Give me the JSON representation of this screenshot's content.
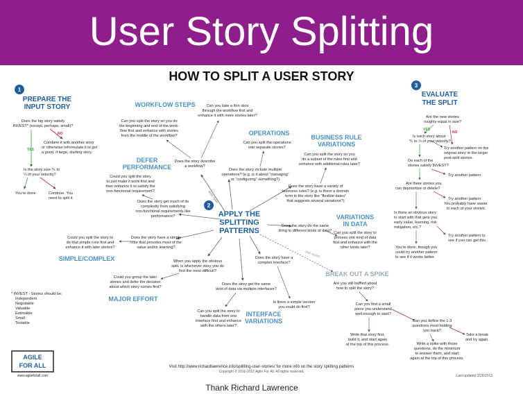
{
  "banner": {
    "title": "User Story Splitting",
    "color": "#8e1f8a"
  },
  "main_title": "HOW TO SPLIT A USER STORY",
  "steps": [
    {
      "number": "1",
      "title_l1": "PREPARE THE",
      "title_l2": "INPUT STORY"
    },
    {
      "number": "2",
      "title_l1": "APPLY THE",
      "title_l2": "SPLITTING",
      "title_l3": "PATTERNS"
    },
    {
      "number": "3",
      "title_l1": "EVALUATE",
      "title_l2": "THE SPLIT"
    }
  ],
  "prepare": {
    "q1": [
      "Does the big story satisfy",
      "INVEST* (except, perhaps, small)?"
    ],
    "no": "NO",
    "yes": "YES",
    "combine": [
      "Combine it with another story",
      "or otherwise reformulate it to get",
      "a good, if large, starting story."
    ],
    "q2": [
      "Is the story size ⅙ to",
      "¼ of your velocity?"
    ],
    "done": "You're done.",
    "cont": [
      "Continue. You",
      "need to split it."
    ]
  },
  "invest": {
    "title": "* INVEST - Stories should be:",
    "items": [
      "Independent",
      "Negotiable",
      "Valuable",
      "Estimable",
      "Small",
      "Testable"
    ]
  },
  "patterns": {
    "workflow": {
      "label": "WORKFLOW STEPS",
      "q1": [
        "Can you split the story so you do",
        "the beginning and end of the work-",
        "flow first and enhance with stories",
        "from the middle of the workflow?"
      ],
      "q2": [
        "Can you take a thin slice",
        "through the workflow first and",
        "enhance it with more stories later?"
      ],
      "q3": [
        "Does the story describe",
        "a workflow?"
      ]
    },
    "operations": {
      "label": "OPERATIONS",
      "q1": [
        "Can you split the operations",
        "into separate stories?"
      ],
      "q2": [
        "Does the story include multiple",
        "operations? (e.g. is it about “managing”",
        "or “configuring” something?)"
      ]
    },
    "business": {
      "label_l1": "BUSINESS RULE",
      "label_l2": "VARIATIONS",
      "q1": [
        "Can you split the story so you",
        "do a subset of the rules first and",
        "enhance with additional rules later?"
      ],
      "q2": [
        "Does the story have a variety of",
        "business rules? (e.g. is there a domain",
        "term in the story like “flexible dates”",
        "that suggests several variations?)"
      ]
    },
    "defer": {
      "label_l1": "DEFER",
      "label_l2": "PERFORMANCE",
      "q1": [
        "Could you split the story",
        "to just make it work first and",
        "then enhance it to satisfy the",
        "non-functional requirement?"
      ],
      "q2": [
        "Does the story get much of its",
        "complexity from satisfying",
        "non-functional requirements like",
        "performance?"
      ]
    },
    "variations": {
      "label_l1": "VARIATIONS",
      "label_l2": "IN DATA",
      "q1": [
        "Does the story do the same",
        "thing to different kinds of data?"
      ],
      "q2": [
        "Can you split the story to",
        "process one kind of data",
        "first and enhance with the",
        "other kinds later?"
      ]
    },
    "simple": {
      "label": "SIMPLE/COMPLEX",
      "q1": [
        "Could you split the story to",
        "do that simple core first and",
        "enhance it with later stories?"
      ],
      "q2": [
        "Does the story have a simple",
        "core that provides most of the",
        "value and/or learning?"
      ]
    },
    "major": {
      "label": "MAJOR EFFORT",
      "q1": [
        "Could you group the later",
        "stories and defer the decision",
        "about which story comes first?"
      ],
      "q2": [
        "When you apply the obvious",
        "split, is whichever story you do",
        "first the most difficult?"
      ]
    },
    "interface": {
      "label_l1": "INTERFACE",
      "label_l2": "VARIATIONS",
      "q1": [
        "Does the story have a",
        "complex interface?"
      ],
      "q2": [
        "Does the story get the same",
        "kind of data via multiple interfaces?"
      ],
      "q3": [
        "Can you split the story to",
        "handle data from one",
        "interface first and enhance",
        "with the others later?"
      ],
      "q4": [
        "Is there a simple version",
        "you could do first?"
      ]
    },
    "spike": {
      "label": "BREAK OUT A SPIKE",
      "q1": [
        "Are you still baffled about",
        "how to split the story?"
      ],
      "q2": [
        "Can you find a small",
        "piece you understand",
        "well enough to start?"
      ],
      "q3": [
        "Write that story first,",
        "build it, and start again",
        "at the top of this process."
      ],
      "q4": [
        "Can you define the 1-3",
        "questions most holding",
        "you back?"
      ],
      "q5": [
        "Write a spike with those",
        "questions, do the minimum",
        "to answer them, and start",
        "again at the top of this process."
      ],
      "q6": [
        "Take a break",
        "and try again."
      ]
    },
    "start_here": "start here",
    "last_resort": "last resort"
  },
  "evaluate": {
    "q1": [
      "Are the new stories",
      "roughly equal in size?"
    ],
    "q2": [
      "Is each story about",
      "⅙ to ½ of your velocity?"
    ],
    "a2": [
      "Try another pattern on the",
      "original story or the larger",
      "post-split stories."
    ],
    "q3": [
      "Do each of the",
      "stories satisfy INVEST?"
    ],
    "a3": [
      "Try another pattern."
    ],
    "q4": [
      "Are there stories you",
      "can deprioritize or delete?"
    ],
    "a4": [
      "Try another pattern.",
      "You probably have waste",
      "in each of your stories."
    ],
    "q5": [
      "Is there an obvious story",
      "to start with that gets you",
      "early value, learning, risk",
      "mitigation, etc.?"
    ],
    "a5": [
      "Try another pattern to",
      "see if you can get this."
    ],
    "done": [
      "You're done, though you",
      "could try another pattern",
      "to see if it works better."
    ],
    "yes": "YES",
    "no": "NO"
  },
  "footer": {
    "logo_l1": "AGILE",
    "logo_l2": "FOR ALL",
    "logo_url": "www.agileforall.com",
    "visit": "Visit http://www.richardlawrence.info/splitting-user-stories/ for more info on the story splitting patterns",
    "copyright": "Copyright © 2011-2013 Agile For All. All rights reserved.",
    "updated": "Last updated 3/26/2013",
    "thanks": "Thank Richard Lawrence"
  }
}
